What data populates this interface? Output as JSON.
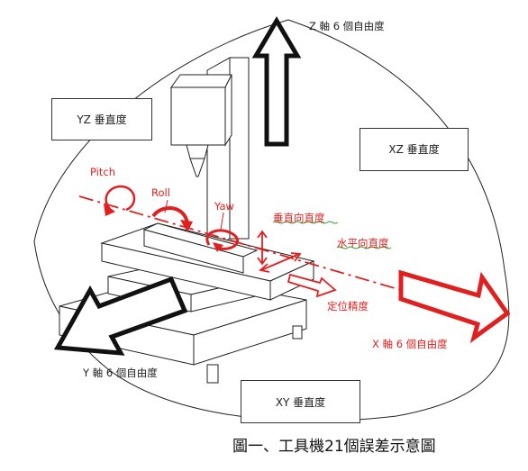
{
  "labels": {
    "z_axis": "Z 軸 6 個自由度",
    "x_axis": "X 軸 6 個自由度",
    "y_axis": "Y 軸  6 個自由度",
    "yz": "YZ 垂直度",
    "xz": "XZ 垂直度",
    "xy": "XY 垂直度",
    "pitch": "Pitch",
    "roll": "Roll",
    "yaw": "Yaw",
    "vertical_straightness": "垂直向直度",
    "horizontal_straightness": "水平向直度",
    "positioning_accuracy": "定位精度"
  },
  "caption": "圖一、工具機21個誤差示意圖",
  "colors": {
    "error_red": "#e02020",
    "outline": "#1a1a1a",
    "green_underline": "#2aa02a"
  }
}
